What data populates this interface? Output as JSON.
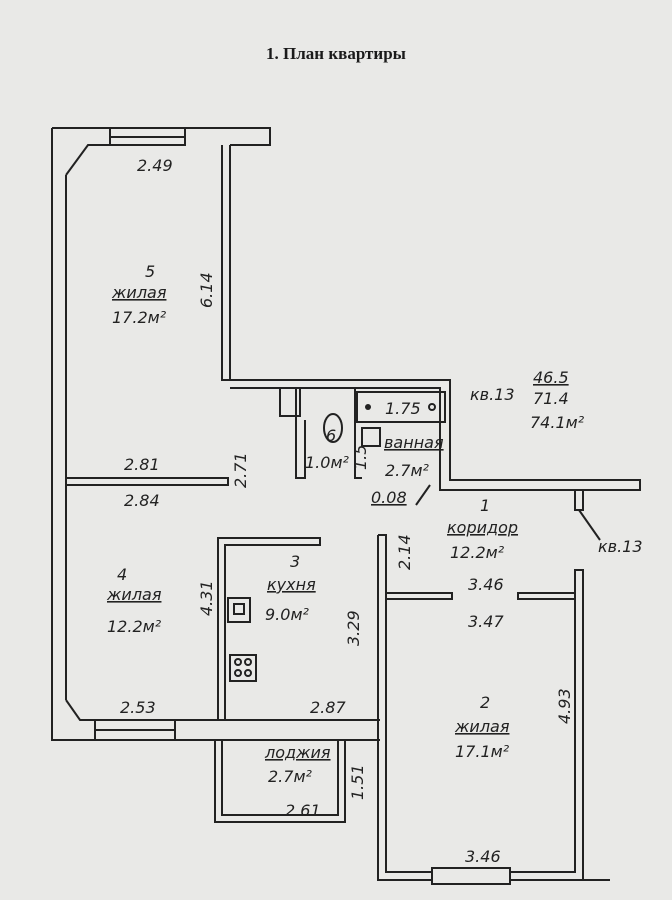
{
  "title": "1. План квартиры",
  "apartment": {
    "label": "кв.13",
    "living_area": "46.5",
    "total_area": "71.4",
    "area_with_loggia": "74.1м²",
    "entry_label": "кв.13"
  },
  "rooms": [
    {
      "number": "5",
      "name": "жилая",
      "area": "17.2м²"
    },
    {
      "number": "4",
      "name": "жилая",
      "area": "12.2м²"
    },
    {
      "number": "3",
      "name": "кухня",
      "area": "9.0м²"
    },
    {
      "number": "1",
      "name": "коридор",
      "area": "12.2м²"
    },
    {
      "number": "2",
      "name": "жилая",
      "area": "17.1м²"
    },
    {
      "number": "6",
      "name": "",
      "area": "1.0м²"
    },
    {
      "number": "",
      "name": "ванная",
      "area": "2.7м²"
    },
    {
      "number": "",
      "name": "лоджия",
      "area": "2.7м²"
    }
  ],
  "dimensions": [
    "2.49",
    "6.14",
    "2.81",
    "2.84",
    "2.71",
    "4.31",
    "2.53",
    "3.29",
    "2.87",
    "1.51",
    "2.61",
    "1.75",
    "1.5",
    "0.08",
    "2.14",
    "3.46",
    "3.47",
    "4.93",
    "3.46"
  ]
}
